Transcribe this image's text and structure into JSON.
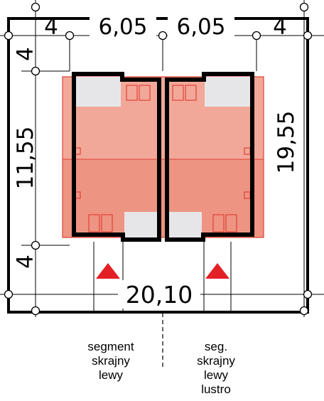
{
  "dimensions": {
    "top_left": "4",
    "top_mid_left": "6,05",
    "top_mid_right": "6,05",
    "top_right": "4",
    "left_top": "4",
    "left_mid": "11,55",
    "left_bottom": "4",
    "right_depth": "19,55",
    "bottom_width": "20,10"
  },
  "captions": {
    "left": [
      "segment",
      "skrajny",
      "lewy"
    ],
    "right": [
      "seg.",
      "skrajny",
      "lewy",
      "lustro"
    ]
  },
  "colors": {
    "building_fill": "#f2a898",
    "building_fill_dark": "#ee9482",
    "building_outline": "#e0403a",
    "walls": "#000000",
    "rooms_grey": "#e6e6e8",
    "entrance_marker": "#e32026"
  },
  "icons": {
    "entrance_marker": "red-triangle-icon",
    "dimension_node": "circle-node-icon"
  }
}
